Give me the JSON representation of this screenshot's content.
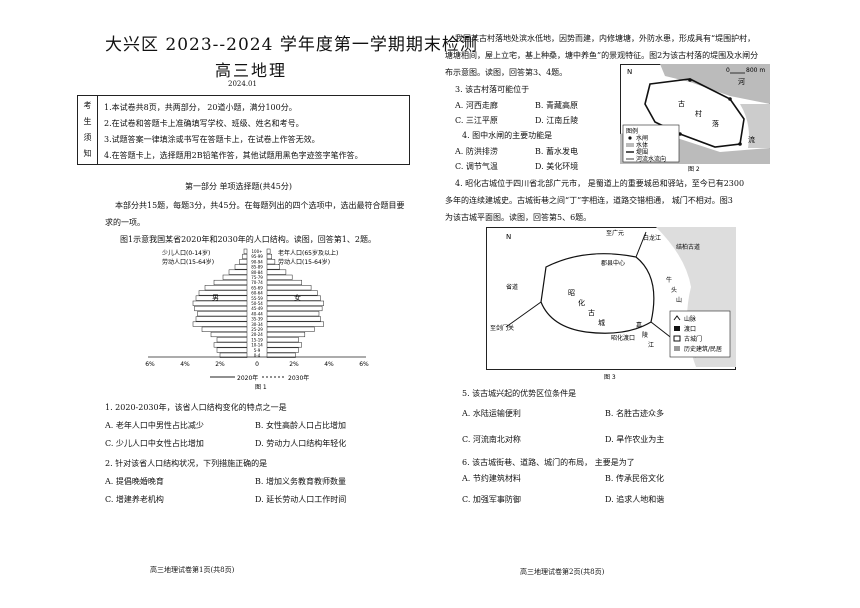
{
  "left": {
    "title": "大兴区 2023--2024 学年度第一学期期末检测",
    "subtitle": "高三地理",
    "date": "2024.01",
    "notice": {
      "head": [
        "考",
        "生",
        "须",
        "知"
      ],
      "items": [
        "1.本试卷共8页，共两部分， 20道小题，满分100分。",
        "2.在试卷和答题卡上准确填写学校、班级、姓名和考号。",
        "3.试题答案一律填涂或书写在答题卡上，在试卷上作答无效。",
        "4.在答题卡上，选择题用2B铅笔作答，其他试题用黑色字迹签字笔作答。"
      ]
    },
    "section_title": "第一部分 单项选择题(共45分)",
    "intro_1": "本部分共15题，每题3分，共45分。在每题列出的四个选项中，选出最符合题目要",
    "intro_2": "求的一项。",
    "fig1_intro": "图1示意我国某省2020年和2030年的人口结构。读图，回答第1、2题。",
    "fig1": {
      "legend_left_1": "少儿人口(0-14岁)",
      "legend_left_2": "劳动人口(15-64岁)",
      "legend_right_1": "老年人口(65岁及以上)",
      "legend_right_2": "劳动人口(15-64岁)",
      "male": "男",
      "female": "女",
      "age_labels": [
        "100+",
        "95-99",
        "90-94",
        "85-89",
        "80-84",
        "75-79",
        "70-74",
        "65-69",
        "60-64",
        "55-59",
        "50-54",
        "45-49",
        "40-44",
        "35-39",
        "30-34",
        "25-29",
        "20-24",
        "15-19",
        "10-14",
        "5-9",
        "0-4"
      ],
      "x_ticks": [
        "6%",
        "4%",
        "2%",
        "0",
        "2%",
        "4%",
        "6%"
      ],
      "legend_2020": "2020年",
      "legend_2030": "2030年",
      "caption": "图 1"
    },
    "q1": {
      "stem": "1. 2020-2030年，该省人口结构变化的特点之一是",
      "A": "A. 老年人口中男性占比减少",
      "B": "B. 女性高龄人口占比增加",
      "C": "C. 少儿人口中女性占比增加",
      "D": "D. 劳动力人口结构年轻化"
    },
    "q2": {
      "stem": "2. 针对该省人口结构状况，下列措施正确的是",
      "A": "A. 提倡晚婚晚育",
      "B": "B. 增加义务教育教师数量",
      "C": "C. 增建养老机构",
      "D": "D. 延长劳动人口工作时间"
    },
    "footer": "高三地理试卷第1页(共8页)"
  },
  "right": {
    "p1_1": "我国某古村落地处滨水低地，因势而建，内修塘塘，外防水患，形成具有“堤围护村，",
    "p1_2": "塘塘相间，屋上立宅，基上种桑，塘中养鱼”的景观特征。图2为该古村落的堤围及水闸分",
    "p1_3": "布示意图。读图，回答第3、4题。",
    "q3": {
      "stem": "3. 该古村落可能位于",
      "A": "A. 河西走廊",
      "B": "B. 青藏高原",
      "C": "C. 三江平原",
      "D": "D. 江南丘陵"
    },
    "q4": {
      "stem": "4. 图中水闸的主要功能是",
      "A": "A. 防洪排涝",
      "B": "B. 蓄水发电",
      "C": "C. 调节气温",
      "D": "D. 美化环境"
    },
    "fig2": {
      "scale": "0",
      "scale_end": "800 m",
      "north": "N",
      "labels": [
        "古",
        "村",
        "落",
        "河",
        "流"
      ],
      "legend_title": "图例",
      "legend": [
        "水闸",
        "水体",
        "堤围",
        "河流水流向"
      ],
      "caption": "图 2"
    },
    "p2_1": "4. 昭化古城位于四川省北部广元市，   是蜀道上的重要城邑和驿站，至今已有2300",
    "p2_2": "多年的连续建城史。古城街巷之间“丁”字相连，道路交错相通，  城门不相对。图3",
    "p2_3": "为该古城平面图。读图，回答第5、6题。",
    "fig3": {
      "north": "N",
      "place_labels": [
        "至广元",
        "白龙江",
        "结柏古道",
        "郡县中心",
        "省道",
        "至剑门关",
        "昭",
        "化",
        "古",
        "城",
        "牛",
        "头",
        "山",
        "嘉",
        "陵",
        "江",
        "昭化渡口"
      ],
      "legend": [
        "山脉",
        "渡口",
        "古城门",
        "历史建筑/民居"
      ],
      "caption": "图 3"
    },
    "q5": {
      "stem": "5. 该古城兴起的优势区位条件是",
      "A": "A. 水陆运输便利",
      "B": "B. 名胜古迹众多",
      "C": "C. 河流南北对称",
      "D": "D. 旱作农业为主"
    },
    "q6": {
      "stem": "6. 该古城街巷、道路、城门的布局，  主要是为了",
      "A": "A. 节约建筑材料",
      "B": "B. 传承民俗文化",
      "C": "C. 加强军事防御",
      "D": "D. 追求人地和谐"
    },
    "footer": "高三地理试卷第2页(共8页)"
  }
}
